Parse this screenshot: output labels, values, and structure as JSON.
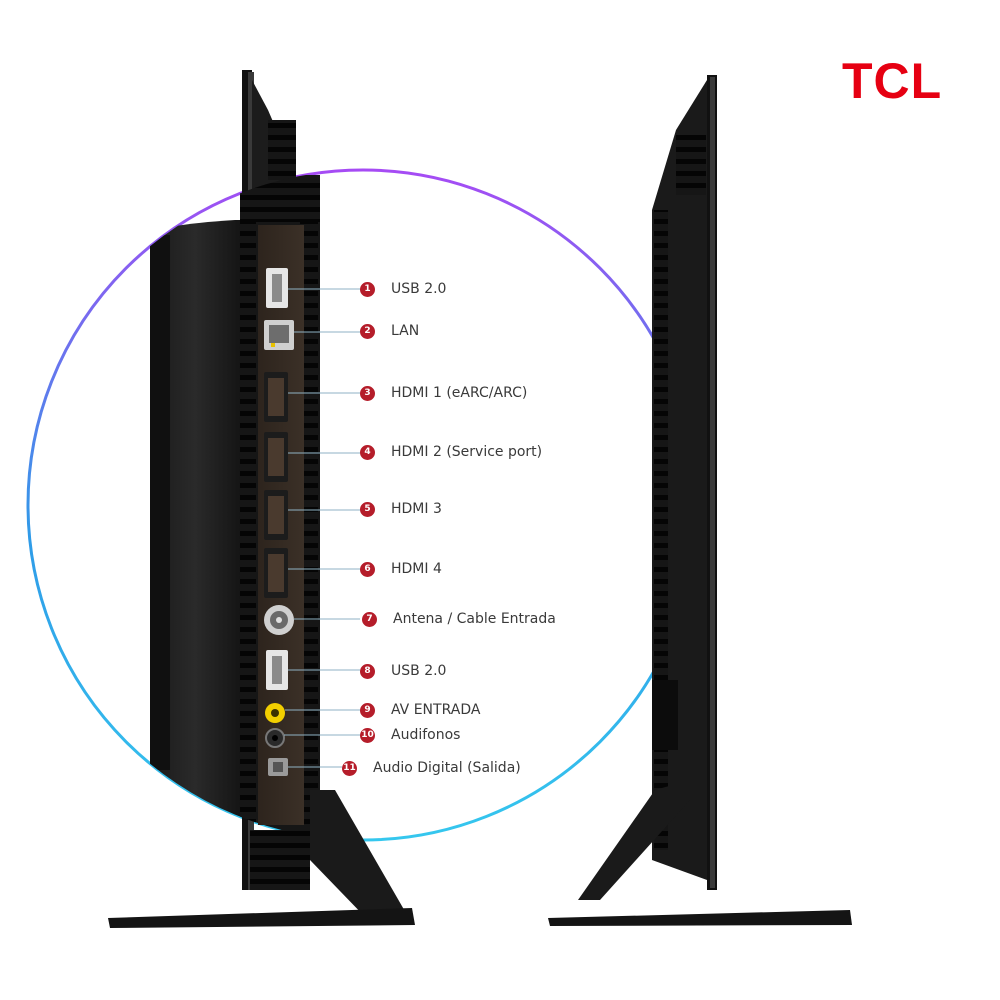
{
  "brand": {
    "logo_text": "TCL",
    "color": "#e60012"
  },
  "accent": {
    "ring_gradient": [
      "#a64bf4",
      "#2f9be8",
      "#35c7ee"
    ],
    "badge_color": "#b51d2a"
  },
  "ports": [
    {
      "number": "1",
      "label": "USB 2.0",
      "icon": "usb-port-icon"
    },
    {
      "number": "2",
      "label": "LAN",
      "icon": "lan-port-icon"
    },
    {
      "number": "3",
      "label": "HDMI 1 (eARC/ARC)",
      "icon": "hdmi-port-icon"
    },
    {
      "number": "4",
      "label": "HDMI 2 (Service port)",
      "icon": "hdmi-port-icon"
    },
    {
      "number": "5",
      "label": "HDMI 3",
      "icon": "hdmi-port-icon"
    },
    {
      "number": "6",
      "label": "HDMI 4",
      "icon": "hdmi-port-icon"
    },
    {
      "number": "7",
      "label": "Antena / Cable Entrada",
      "icon": "coax-port-icon"
    },
    {
      "number": "8",
      "label": "USB 2.0",
      "icon": "usb-port-icon"
    },
    {
      "number": "9",
      "label": "AV ENTRADA",
      "icon": "av-port-icon"
    },
    {
      "number": "10",
      "label": "Audifonos",
      "icon": "headphone-jack-icon"
    },
    {
      "number": "11",
      "label": "Audio Digital (Salida)",
      "icon": "optical-port-icon"
    }
  ]
}
